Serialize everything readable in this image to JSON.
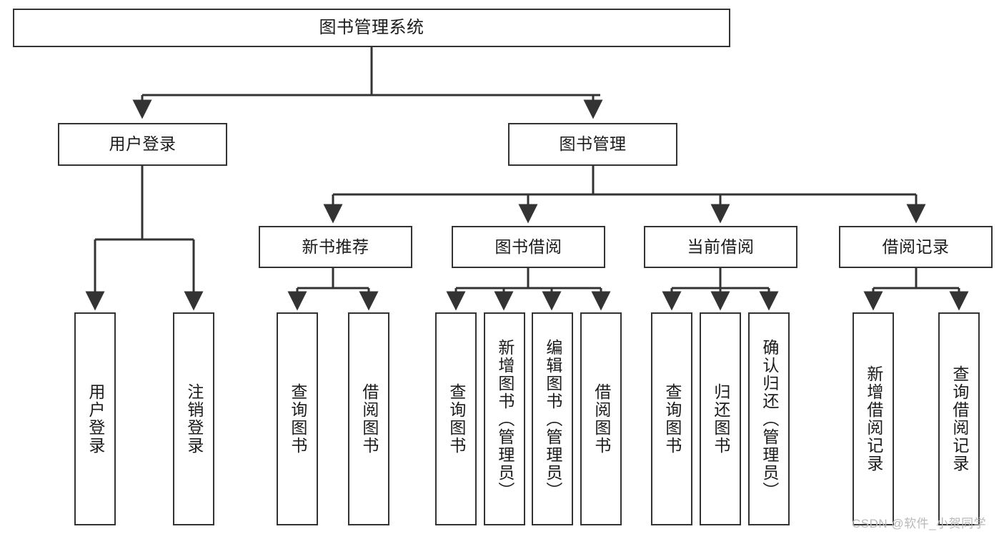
{
  "diagram": {
    "type": "tree-hierarchy-chart",
    "title": "图书管理系统",
    "root": {
      "label": "图书管理系统"
    },
    "level2": [
      {
        "label": "用户登录"
      },
      {
        "label": "图书管理"
      }
    ],
    "level3": [
      {
        "label": "新书推荐"
      },
      {
        "label": "图书借阅"
      },
      {
        "label": "当前借阅"
      },
      {
        "label": "借阅记录"
      }
    ],
    "leaves": [
      {
        "label": "用户登录",
        "parent": "用户登录"
      },
      {
        "label": "注销登录",
        "parent": "用户登录"
      },
      {
        "label": "查询图书",
        "parent": "新书推荐"
      },
      {
        "label": "借阅图书",
        "parent": "新书推荐"
      },
      {
        "label": "查询图书",
        "parent": "图书借阅"
      },
      {
        "label": "新增图书（管理员）",
        "parent": "图书借阅"
      },
      {
        "label": "编辑图书（管理员）",
        "parent": "图书借阅"
      },
      {
        "label": "借阅图书",
        "parent": "图书借阅"
      },
      {
        "label": "查询图书",
        "parent": "当前借阅"
      },
      {
        "label": "归还图书",
        "parent": "当前借阅"
      },
      {
        "label": "确认归还（管理员）",
        "parent": "当前借阅"
      },
      {
        "label": "新增借阅记录",
        "parent": "借阅记录"
      },
      {
        "label": "查询借阅记录",
        "parent": "借阅记录"
      }
    ]
  },
  "watermark": {
    "text": "CSDN @软件_小贺同学"
  },
  "colors": {
    "stroke": "#333333",
    "background": "#ffffff",
    "text": "#1b1b1b",
    "watermark": "#b9b9b9"
  }
}
